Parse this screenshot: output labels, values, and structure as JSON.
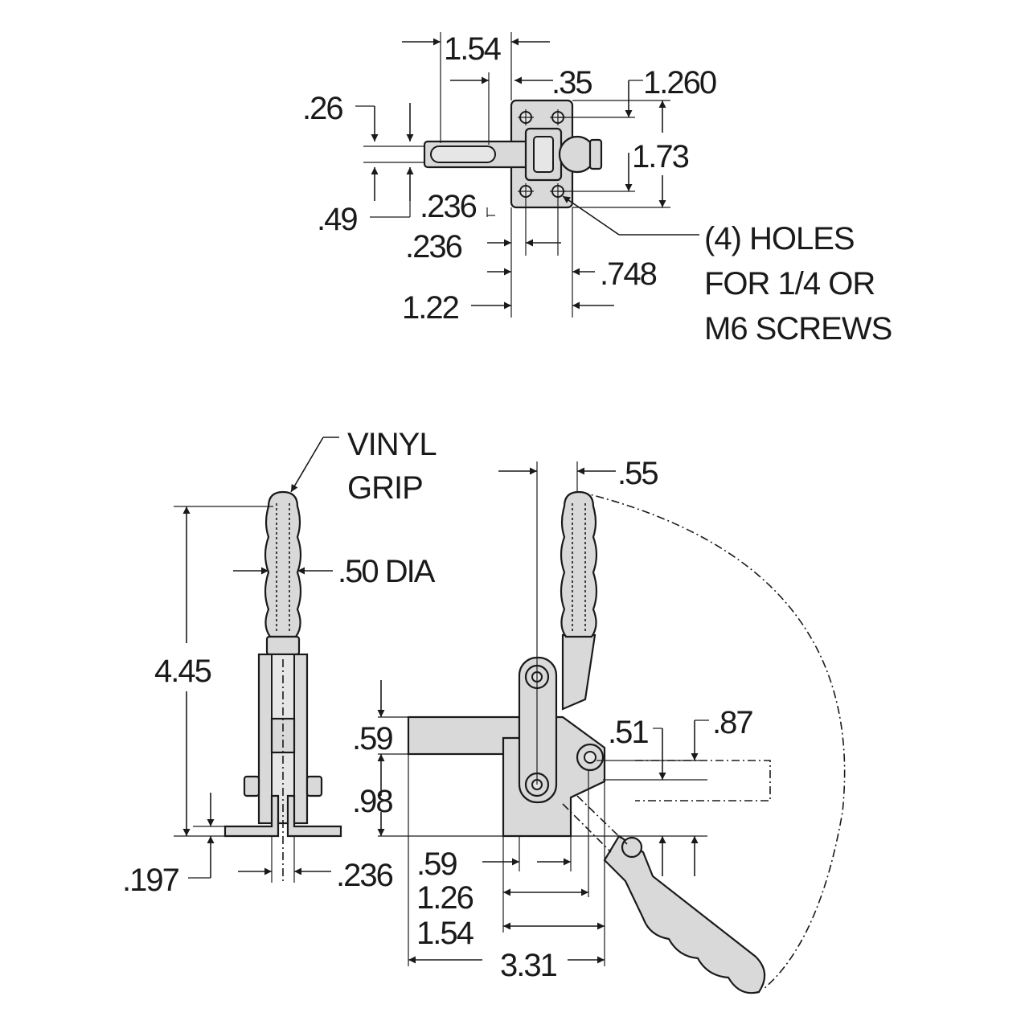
{
  "top_view": {
    "dims": {
      "d154": "1.54",
      "d35": ".35",
      "d1260": "1.260",
      "d26": ".26",
      "d173": "1.73",
      "d49": ".49",
      "d236a": ".236",
      "d236b": ".236",
      "d748": ".748",
      "d122": "1.22"
    },
    "note": {
      "line1": "(4) HOLES",
      "line2": "FOR 1/4 OR",
      "line3": "M6 SCREWS"
    }
  },
  "front_view": {
    "grip_label": {
      "line1": "VINYL",
      "line2": "GRIP"
    },
    "dims": {
      "d445": "4.45",
      "d50dia": ".50 DIA",
      "d197": ".197",
      "d236": ".236"
    }
  },
  "side_view": {
    "dims": {
      "d55": ".55",
      "d087": ".87",
      "d051": ".51",
      "d059a": ".59",
      "d098": ".98",
      "d059b": ".59",
      "d126": "1.26",
      "d154": "1.54",
      "d331": "3.31"
    }
  }
}
